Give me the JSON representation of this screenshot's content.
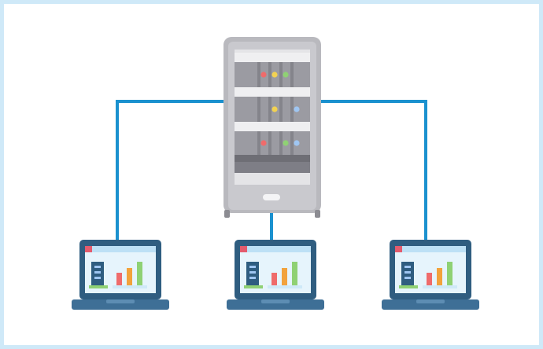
{
  "diagram": {
    "nodes": [
      {
        "id": "server",
        "kind": "server-rack"
      },
      {
        "id": "laptop-left",
        "kind": "laptop"
      },
      {
        "id": "laptop-center",
        "kind": "laptop"
      },
      {
        "id": "laptop-right",
        "kind": "laptop"
      }
    ],
    "edges": [
      {
        "from": "server",
        "to": "laptop-left"
      },
      {
        "from": "server",
        "to": "laptop-center"
      },
      {
        "from": "server",
        "to": "laptop-right"
      }
    ],
    "colors": {
      "frame": "#cfe9f8",
      "connector": "#1b91cf",
      "server_body": "#c7c7cc",
      "server_dark": "#9a9aa0",
      "laptop_body": "#2f5d80",
      "laptop_screen": "#e6f4fc"
    },
    "server_led_rows": [
      [
        "#ef6b6b",
        "#f2d252",
        "#8fd174"
      ],
      [
        "#f2d252",
        "#9fc6f2"
      ],
      [
        "#ef6b6b",
        "#8fd174",
        "#9fc6f2"
      ]
    ]
  }
}
